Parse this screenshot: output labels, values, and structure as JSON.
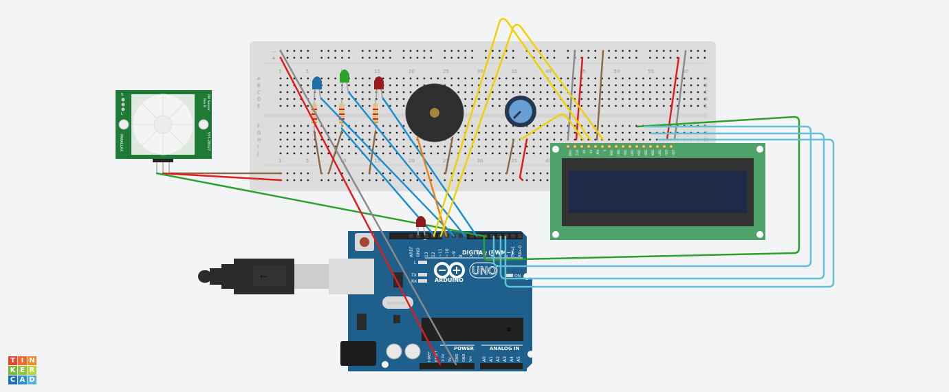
{
  "app": {
    "name": "Tinkercad",
    "logo_letters": [
      "T",
      "I",
      "N",
      "K",
      "E",
      "R",
      "C",
      "A",
      "D"
    ],
    "logo_colors": [
      "#e8472b",
      "#ef6a2b",
      "#f08a24",
      "#79b83a",
      "#8dc63f",
      "#b9d53b",
      "#1f6fb6",
      "#2a8fcc",
      "#58b3de"
    ]
  },
  "breadboard": {
    "rail_minus_label": "—",
    "rail_plus_label": "+",
    "row_labels_top": [
      "A",
      "B",
      "C",
      "D",
      "E"
    ],
    "row_labels_bottom": [
      "F",
      "G",
      "H",
      "I",
      "J"
    ],
    "column_numbers": [
      "1",
      "5",
      "10",
      "15",
      "20",
      "25",
      "30",
      "35",
      "40",
      "45",
      "50",
      "55",
      "60"
    ]
  },
  "pir_sensor": {
    "brand": "PARALLAX",
    "title": "PIR Sensor",
    "rev": "Rev B",
    "part_number": "555-28027",
    "jumper_labels": [
      "S",
      "L"
    ]
  },
  "leds": [
    {
      "color": "blue",
      "hex": "#1f6fa3"
    },
    {
      "color": "green",
      "hex": "#2aa12a"
    },
    {
      "color": "red",
      "hex": "#9b1a1a"
    }
  ],
  "arduino": {
    "brand": "ARDUINO",
    "model": "UNO",
    "digital_label": "DIGITAL (PWM~)",
    "digital_pins": [
      "AREF",
      "GND",
      "13",
      "12",
      "~11",
      "~10",
      "~9",
      "8",
      "7",
      "~6",
      "~5",
      "4",
      "~3",
      "2",
      "TX→1",
      "RX←0"
    ],
    "power_label": "POWER",
    "power_pins": [
      "IOREF",
      "RESET",
      "3.3V",
      "5V",
      "GND",
      "GND",
      "Vin"
    ],
    "analog_label": "ANALOG IN",
    "analog_pins": [
      "A0",
      "A1",
      "A2",
      "A3",
      "A4",
      "A5"
    ],
    "led_labels": [
      "L",
      "TX",
      "RX"
    ],
    "on_label": "ON",
    "crystal_label": "SMU16000"
  },
  "lcd": {
    "pin_labels": [
      "GND",
      "VCC",
      "V0",
      "RS",
      "RW",
      "E",
      "DB0",
      "DB1",
      "DB2",
      "DB3",
      "DB4",
      "DB5",
      "DB6",
      "DB7",
      "LED",
      "LED"
    ],
    "screen_color": "#1e2a47"
  },
  "colors": {
    "background": "#f3f4f6",
    "breadboard": "#dcdcdc",
    "arduino": "#1f5f8b",
    "lcd_pcb": "#4fa36a",
    "pir_pcb": "#1f7a35"
  }
}
